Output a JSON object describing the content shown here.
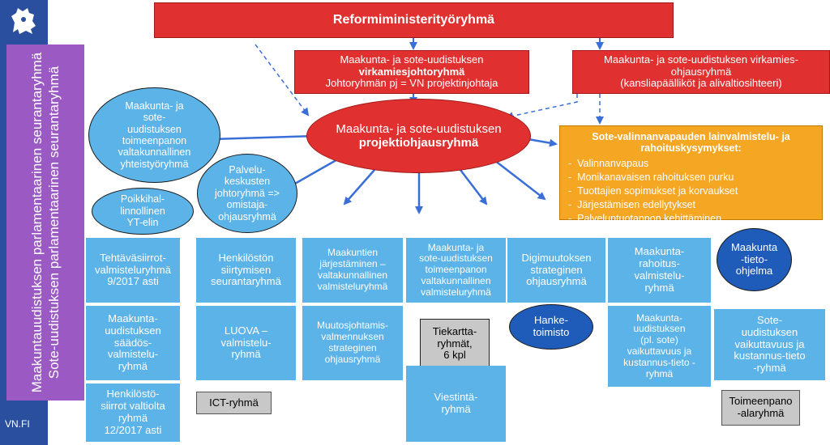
{
  "sidebar": {
    "parliament_line1": "Maakuntauudistuksen parlamentaarinen seurantaryhmä",
    "parliament_line2": "Sote-uudistuksen parlamentaarinen seurantaryhmä",
    "footer_label": "VN.FI",
    "emblem_icon": "lion-crest-icon"
  },
  "nodes": {
    "reform_group": "Reformiministerityöryhmä",
    "official_steering_title": "Maakunta- ja sote-uudistuksen",
    "official_steering_bold": "virkamiesjohtoryhmä",
    "official_steering_sub": "Johtoryhmän pj  = VN projektinjohtaja",
    "officials_group": "Maakunta- ja sote-uudistuksen virkamies-\nohjausryhmä\n(kansliapäälliköt ja alivaltiosihteeri)",
    "project_steering_title": "Maakunta- ja sote-uudistuksen",
    "project_steering_bold": "projektiohjausryhmä",
    "cooperation_group": "Maakunta- ja\nsote-\nuudistuksen\ntoimeenpanon\nvaltakunnallinen\nyhteistyöryhmä",
    "service_centers": "Palvelu-\nkeskusten\njohtoryhmä =>\nomistaja-\nohjausryhmä",
    "cross_admin": "Poikkihal-\nlinnollinen\nYT-elin",
    "legislation_heading": "Sote-valinnanvapauden lainvalmistelu- ja rahoituskysymykset:",
    "legislation_items": [
      "Valinnanvapaus",
      "Monikanavaisen rahoituksen purku",
      "Tuottajien sopimukset ja korvaukset",
      "Järjestämisen edellytykset",
      "Palveluntuotannon kehittäminen"
    ],
    "task_transfers": "Tehtäväsiirrot-\nvalmisteluryhmä\n9/2017 asti",
    "regional_legislation": "Maakunta-\nuudistuksen\nsäädös-\nvalmistelu-\nryhmä",
    "staff_transfers": "Henkilöstö-\nsiirrot valtiolta\nryhmä\n12/2017 asti",
    "staff_monitoring": "Henkilöstön\nsiirtymisen\nseurantaryhmä",
    "luova": "LUOVA –\nvalmistelu-\nryhmä",
    "ict": "ICT-ryhmä",
    "organisation": "Maakuntien\njärjestäminen –\nvaltakunnallinen\nvalmisteluryhmä",
    "change_mgmt": "Muutosjohtamis-\nvalmennuksen\nstrateginen\nohjausryhmä",
    "implementation": "Maakunta- ja\nsote-uudistuksen\ntoimeenpanon\nvaltakunnallinen\nvalmisteluryhmä",
    "roadmap": "Tiekartta-\nryhmät,\n6 kpl",
    "communication": "Viestintä-\nryhmä",
    "digital": "Digimuutoksen\nstrateginen\nohjausryhmä",
    "project_office": "Hanke-\ntoimisto",
    "funding": "Maakunta-\nrahoitus-\nvalmistelu-\nryhmä",
    "info_programme": "Maakunta\n-tieto-\nohjelma",
    "effects_regional": "Maakunta-\nuudistuksen\n(pl. sote)\nvaikuttavuus ja\nkustannus-tieto -\nryhmä",
    "effects_sote": "Sote-\nuudistuksen\nvaikuttavuus ja\nkustannus-tieto\n-ryhmä",
    "implementation_sub": "Toimeenpano\n-alaryhmä"
  },
  "colors": {
    "sidebar_blue": "#2a4f9e",
    "purple": "#9b59c4",
    "red": "#e03030",
    "light_blue": "#5bb3e8",
    "dark_blue": "#1f5bb8",
    "orange": "#f5a623",
    "grey": "#c8c8c8",
    "arrow_blue": "#3a6fd8"
  }
}
